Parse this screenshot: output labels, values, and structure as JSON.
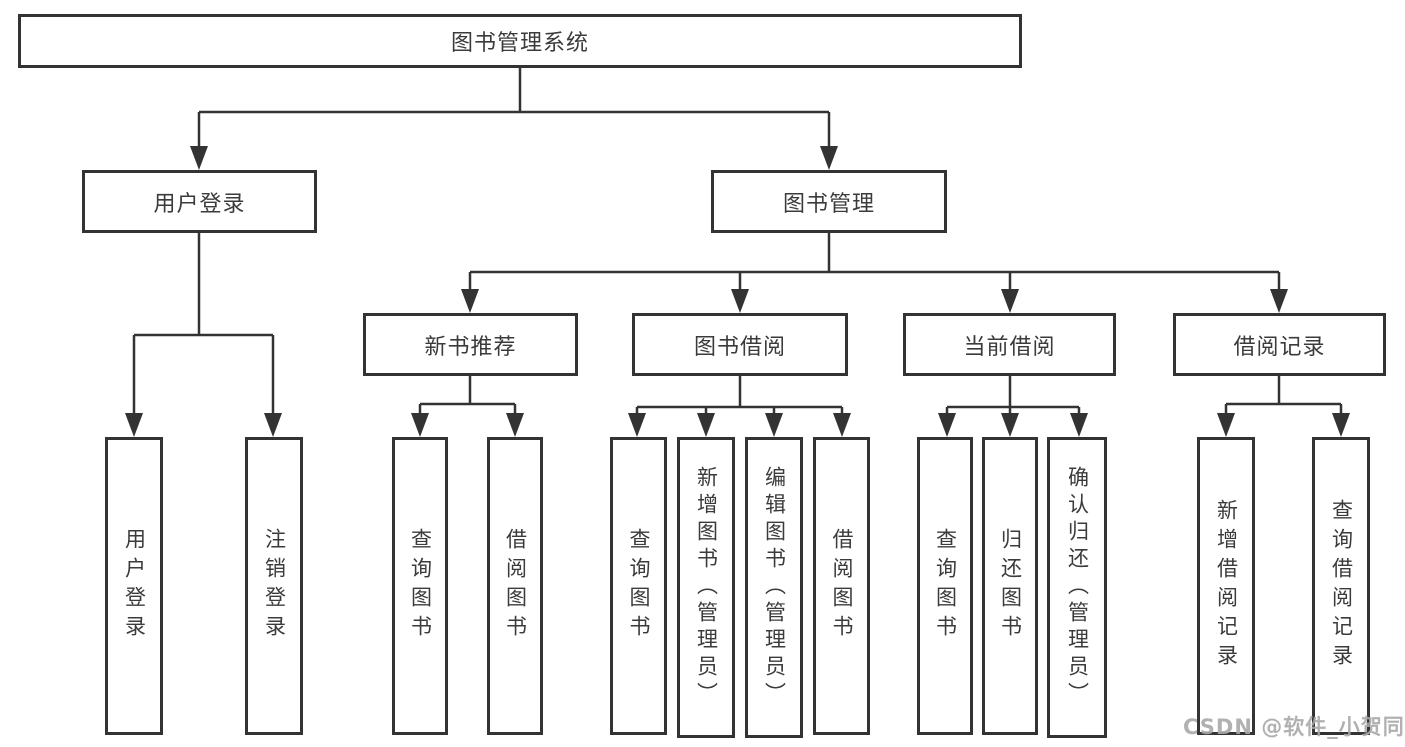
{
  "diagram": {
    "root": {
      "label": "图书管理系统"
    },
    "level2": [
      {
        "label": "用户登录"
      },
      {
        "label": "图书管理"
      }
    ],
    "level3": [
      {
        "label": "新书推荐"
      },
      {
        "label": "图书借阅"
      },
      {
        "label": "当前借阅"
      },
      {
        "label": "借阅记录"
      }
    ],
    "leaves": {
      "user_login": [
        {
          "label": "用户登录"
        },
        {
          "label": "注销登录"
        }
      ],
      "new_book_rec": [
        {
          "label": "查询图书"
        },
        {
          "label": "借阅图书"
        }
      ],
      "book_borrow": [
        {
          "label": "查询图书"
        },
        {
          "label": "新增图书（管理员）"
        },
        {
          "label": "编辑图书（管理员）"
        },
        {
          "label": "借阅图书"
        }
      ],
      "current_borrow": [
        {
          "label": "查询图书"
        },
        {
          "label": "归还图书"
        },
        {
          "label": "确认归还（管理员）"
        }
      ],
      "borrow_records": [
        {
          "label": "新增借阅记录"
        },
        {
          "label": "查询借阅记录"
        }
      ]
    },
    "watermark": "CSDN @软件_小贺同学",
    "colors": {
      "line": "#333333",
      "text": "#3b3b3b",
      "watermark": "#a8a8a8",
      "background": "#ffffff"
    }
  }
}
